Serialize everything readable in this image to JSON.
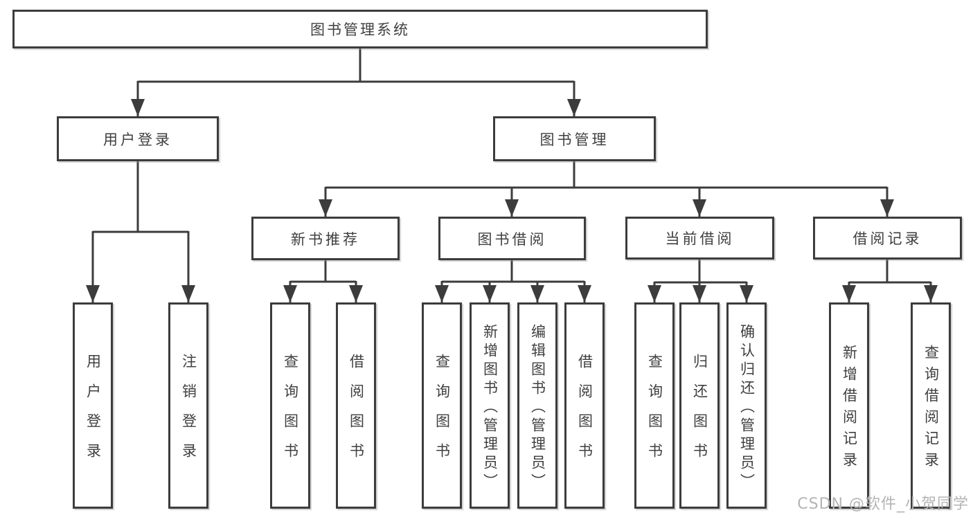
{
  "diagram_type": "functional-structure-tree",
  "nodes": {
    "root": {
      "label": "图书管理系统"
    },
    "user_login": {
      "label": "用户登录"
    },
    "book_mgmt": {
      "label": "图书管理"
    },
    "new_books": {
      "label": "新书推荐"
    },
    "book_borrow": {
      "label": "图书借阅"
    },
    "current_borrow": {
      "label": "当前借阅"
    },
    "borrow_records": {
      "label": "借阅记录"
    },
    "leaf_user_login": {
      "label": "用户登录"
    },
    "leaf_logout": {
      "label": "注销登录"
    },
    "leaf_new_query": {
      "label": "查询图书"
    },
    "leaf_new_borrow": {
      "label": "借阅图书"
    },
    "leaf_bb_query": {
      "label": "查询图书"
    },
    "leaf_bb_add": {
      "label": "新增图书（管理员）"
    },
    "leaf_bb_edit": {
      "label": "编辑图书（管理员）"
    },
    "leaf_bb_borrow": {
      "label": "借阅图书"
    },
    "leaf_cb_query": {
      "label": "查询图书"
    },
    "leaf_cb_return": {
      "label": "归还图书"
    },
    "leaf_cb_confirm": {
      "label": "确认归还（管理员）"
    },
    "leaf_br_add": {
      "label": "新增借阅记录"
    },
    "leaf_br_query": {
      "label": "查询借阅记录"
    }
  },
  "hierarchy": {
    "root": [
      "user_login",
      "book_mgmt"
    ],
    "user_login": [
      "leaf_user_login",
      "leaf_logout"
    ],
    "book_mgmt": [
      "new_books",
      "book_borrow",
      "current_borrow",
      "borrow_records"
    ],
    "new_books": [
      "leaf_new_query",
      "leaf_new_borrow"
    ],
    "book_borrow": [
      "leaf_bb_query",
      "leaf_bb_add",
      "leaf_bb_edit",
      "leaf_bb_borrow"
    ],
    "current_borrow": [
      "leaf_cb_query",
      "leaf_cb_return",
      "leaf_cb_confirm"
    ],
    "borrow_records": [
      "leaf_br_add",
      "leaf_br_query"
    ]
  },
  "watermark": {
    "text": "CSDN @软件_小贺同学"
  },
  "colors": {
    "line": "#3c3c3c",
    "text": "#3f3f3f",
    "box_background": "#ffffff",
    "watermark": "#b4b4b4"
  }
}
